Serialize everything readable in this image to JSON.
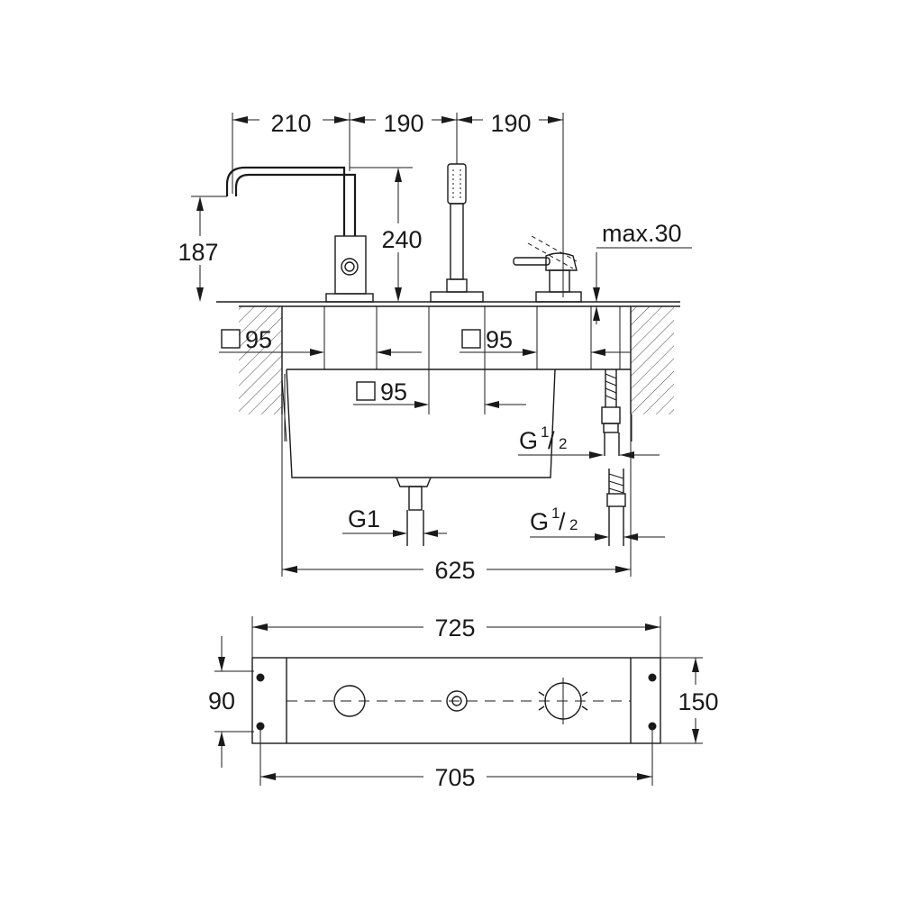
{
  "dimensions": {
    "top_spacing_1": "210",
    "top_spacing_2": "190",
    "top_spacing_3": "190",
    "spout_height": "187",
    "spout_reach_height": "240",
    "max_deck": "max.30",
    "hole_a": "95",
    "hole_b": "95",
    "hole_c": "95",
    "thread_upper_g": "G",
    "thread_upper_num": "1",
    "thread_upper_den": "2",
    "drain_thread": "G1",
    "thread_lower_g": "G",
    "thread_lower_num": "1",
    "thread_lower_den": "2",
    "tub_width": "625",
    "plate_outer_width": "725",
    "plate_inner_height": "90",
    "plate_outer_height": "150",
    "plate_hole_span": "705"
  }
}
